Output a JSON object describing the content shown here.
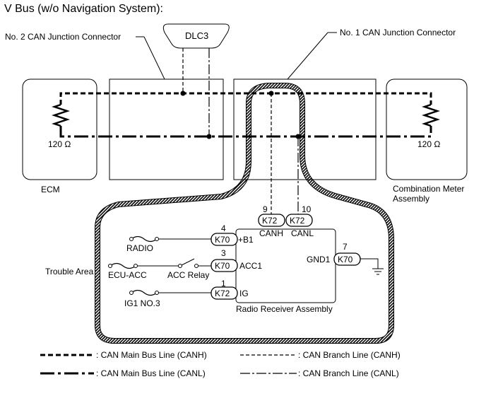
{
  "title": "V Bus (w/o Navigation System):",
  "dlc": "DLC3",
  "junction2": "No. 2 CAN Junction Connector",
  "junction1": "No. 1 CAN Junction Connector",
  "ecm": {
    "label": "ECM",
    "resistor": "120 Ω"
  },
  "meter": {
    "label_line1": "Combination Meter",
    "label_line2": "Assembly",
    "resistor": "120 Ω"
  },
  "trouble_area": "Trouble Area",
  "radio_assembly": "Radio Receiver Assembly",
  "pins": {
    "canh": {
      "num": "9",
      "conn": "K72",
      "label": "CANH"
    },
    "canl": {
      "num": "10",
      "conn": "K72",
      "label": "CANL"
    },
    "b1": {
      "num": "4",
      "conn": "K70",
      "label": "+B1",
      "source": "RADIO"
    },
    "acc1": {
      "num": "3",
      "conn": "K70",
      "label": "ACC1",
      "source": "ECU-ACC",
      "relay": "ACC Relay"
    },
    "ig": {
      "num": "1",
      "conn": "K72",
      "label": "IG",
      "source": "IG1 NO.3"
    },
    "gnd1": {
      "num": "7",
      "conn": "K70",
      "label": "GND1"
    }
  },
  "legend": {
    "main_canh": ": CAN Main Bus Line (CANH)",
    "main_canl": ": CAN Main Bus Line (CANL)",
    "branch_canh": ": CAN Branch Line (CANH)",
    "branch_canl": ": CAN Branch Line (CANL)"
  }
}
